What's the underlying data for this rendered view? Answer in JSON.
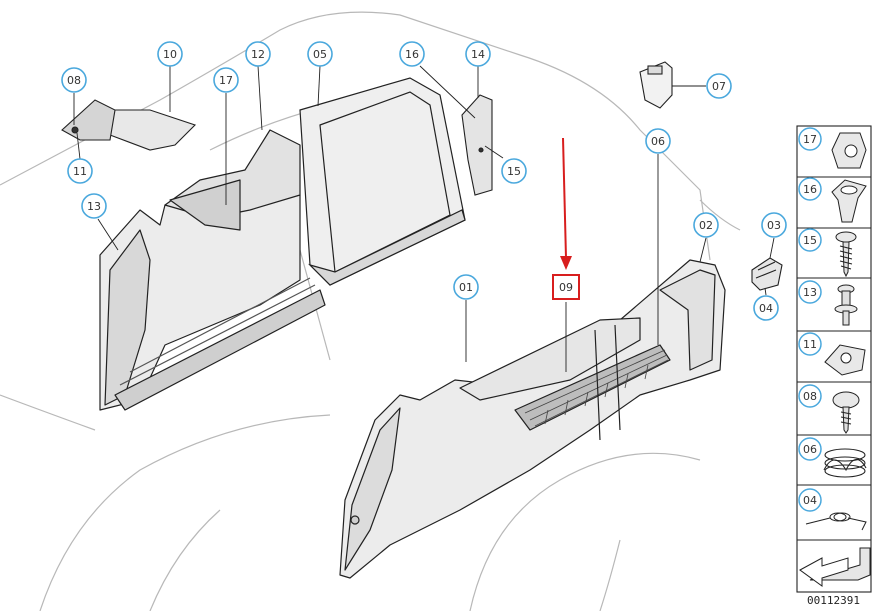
{
  "diagram": {
    "drawing_number": "00112391",
    "callout_color": "#4aa8dd",
    "highlight_color": "#d81e1e",
    "highlighted_part": "09",
    "callouts": [
      "10",
      "12",
      "05",
      "16",
      "14",
      "08",
      "17",
      "07",
      "06",
      "11",
      "15",
      "13",
      "02",
      "03",
      "01",
      "09",
      "04"
    ],
    "legend_items": [
      {
        "number": "17",
        "icon": "rubber-grommet-icon"
      },
      {
        "number": "16",
        "icon": "oval-grommet-icon"
      },
      {
        "number": "15",
        "icon": "screw-icon"
      },
      {
        "number": "13",
        "icon": "bolt-with-washer-icon"
      },
      {
        "number": "11",
        "icon": "clip-nut-icon"
      },
      {
        "number": "08",
        "icon": "flange-screw-icon"
      },
      {
        "number": "06",
        "icon": "coil-spring-icon"
      },
      {
        "number": "04",
        "icon": "torsion-spring-icon"
      }
    ]
  }
}
